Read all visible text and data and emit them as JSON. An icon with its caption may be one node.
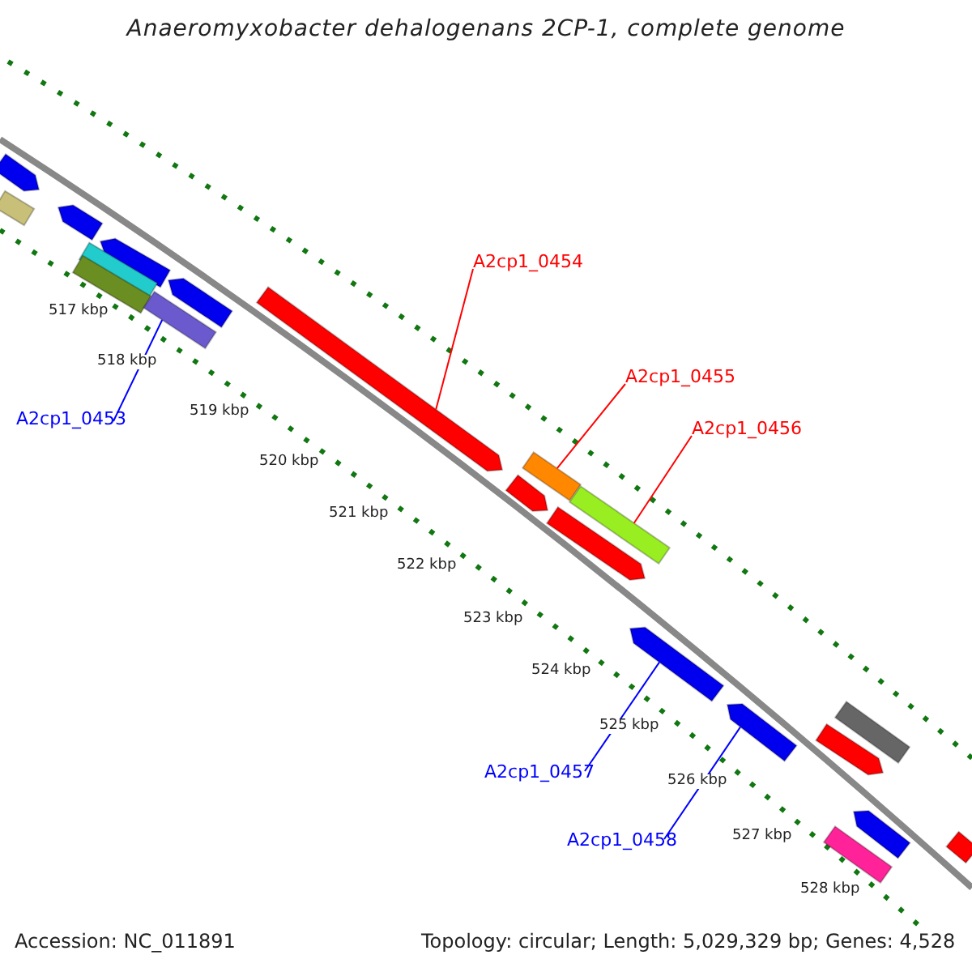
{
  "diagram": {
    "title": "Anaeromyxobacter dehalogenans 2CP-1, complete genome",
    "nodes": [
      {
        "text": [
          "A2cp1_0454"
        ]
      },
      {
        "text": [
          "A2cp1_0455"
        ]
      },
      {
        "text": [
          "A2cp1_0453"
        ]
      },
      {
        "text": [
          "A2cp1_0456"
        ]
      },
      {
        "text": [
          "A2cp1_0457"
        ]
      },
      {
        "text": [
          "A2cp1_0458"
        ]
      },
      {
        "text": [],
        "shape": "bar"
      },
      {
        "text": [],
        "shape": "bar"
      },
      {
        "text": [],
        "shape": "bar"
      },
      {
        "text": [],
        "shape": "bar"
      },
      {
        "text": [],
        "shape": "bar"
      },
      {
        "text": [],
        "shape": "bar"
      }
    ],
    "edges": [
      {
        "from": 0,
        "to": 7,
        "arrow": "none",
        "color": "#ff0000"
      },
      {
        "from": 1,
        "to": 8,
        "arrow": "none",
        "color": "#ff0000"
      },
      {
        "from": 2,
        "to": 6,
        "arrow": "none",
        "color": "#0000ff"
      },
      {
        "from": 3,
        "to": 9,
        "arrow": "none",
        "color": "#ff0000"
      },
      {
        "from": 4,
        "to": 10,
        "arrow": "none",
        "color": "#0000ff"
      },
      {
        "from": 5,
        "to": 11,
        "arrow": "none",
        "color": "#0000ff"
      }
    ],
    "labels": [
      "517 kbp",
      "518 kbp",
      "519 kbp",
      "520 kbp",
      "521 kbp",
      "522 kbp",
      "523 kbp",
      "524 kbp",
      "525 kbp",
      "526 kbp",
      "527 kbp",
      "528 kbp",
      "Accession: NC_011891",
      "Topology: circular; Length: 5,029,329 bp; Genes: 4,528"
    ]
  }
}
